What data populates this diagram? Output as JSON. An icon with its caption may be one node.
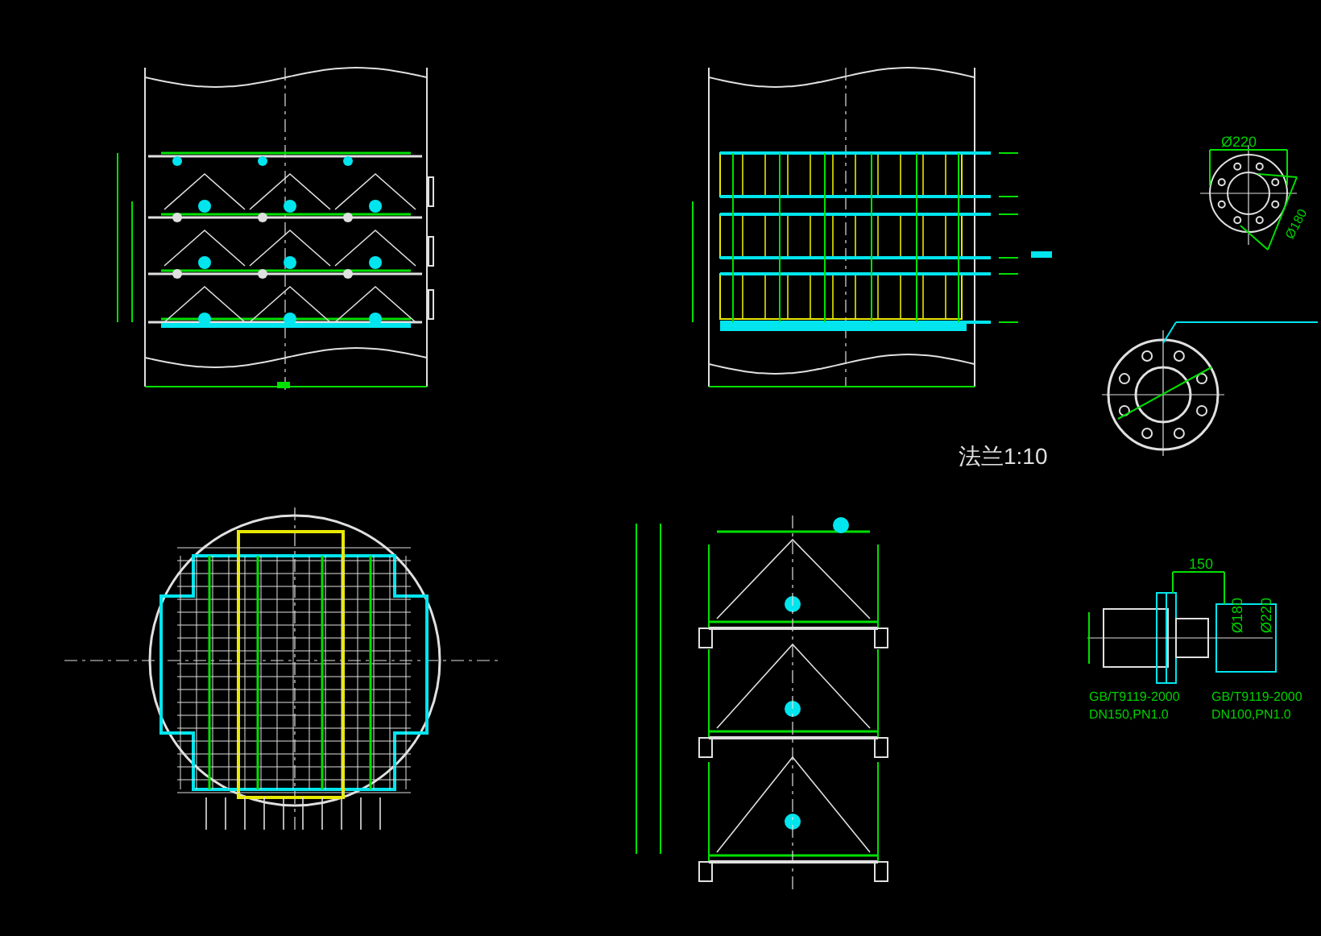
{
  "diagram": {
    "labels": [
      "Ø220",
      "Ø180",
      "法兰1:10",
      "150",
      "Ø180",
      "Ø220",
      "GB/T9119-2000",
      "DN150,PN1.0",
      "GB/T9119-2000",
      "DN100,PN1.0"
    ]
  }
}
